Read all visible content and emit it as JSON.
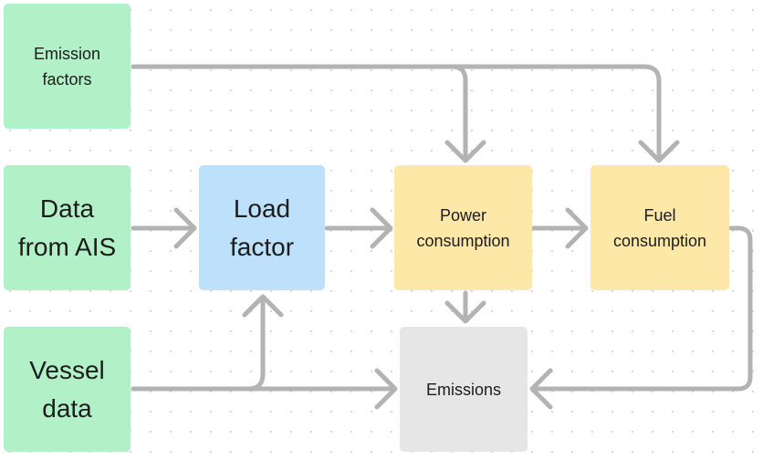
{
  "diagram": {
    "nodes": {
      "emission_factors": "Emission\nfactors",
      "data_from_ais": "Data\nfrom AIS",
      "vessel_data": "Vessel\ndata",
      "load_factor": "Load\nfactor",
      "power_consumption": "Power\nconsumption",
      "fuel_consumption": "Fuel\nconsumption",
      "emissions": "Emissions"
    },
    "colors": {
      "input": "#b2f0c8",
      "intermediate": "#bde0fb",
      "consumption": "#fde8a8",
      "output": "#e6e6e6",
      "edge": "#b3b3b3"
    },
    "edges": [
      {
        "from": "emission_factors",
        "to": "power_consumption"
      },
      {
        "from": "emission_factors",
        "to": "fuel_consumption"
      },
      {
        "from": "data_from_ais",
        "to": "load_factor"
      },
      {
        "from": "load_factor",
        "to": "power_consumption"
      },
      {
        "from": "power_consumption",
        "to": "fuel_consumption"
      },
      {
        "from": "power_consumption",
        "to": "emissions"
      },
      {
        "from": "fuel_consumption",
        "to": "emissions"
      },
      {
        "from": "vessel_data",
        "to": "load_factor"
      },
      {
        "from": "vessel_data",
        "to": "emissions"
      }
    ]
  }
}
